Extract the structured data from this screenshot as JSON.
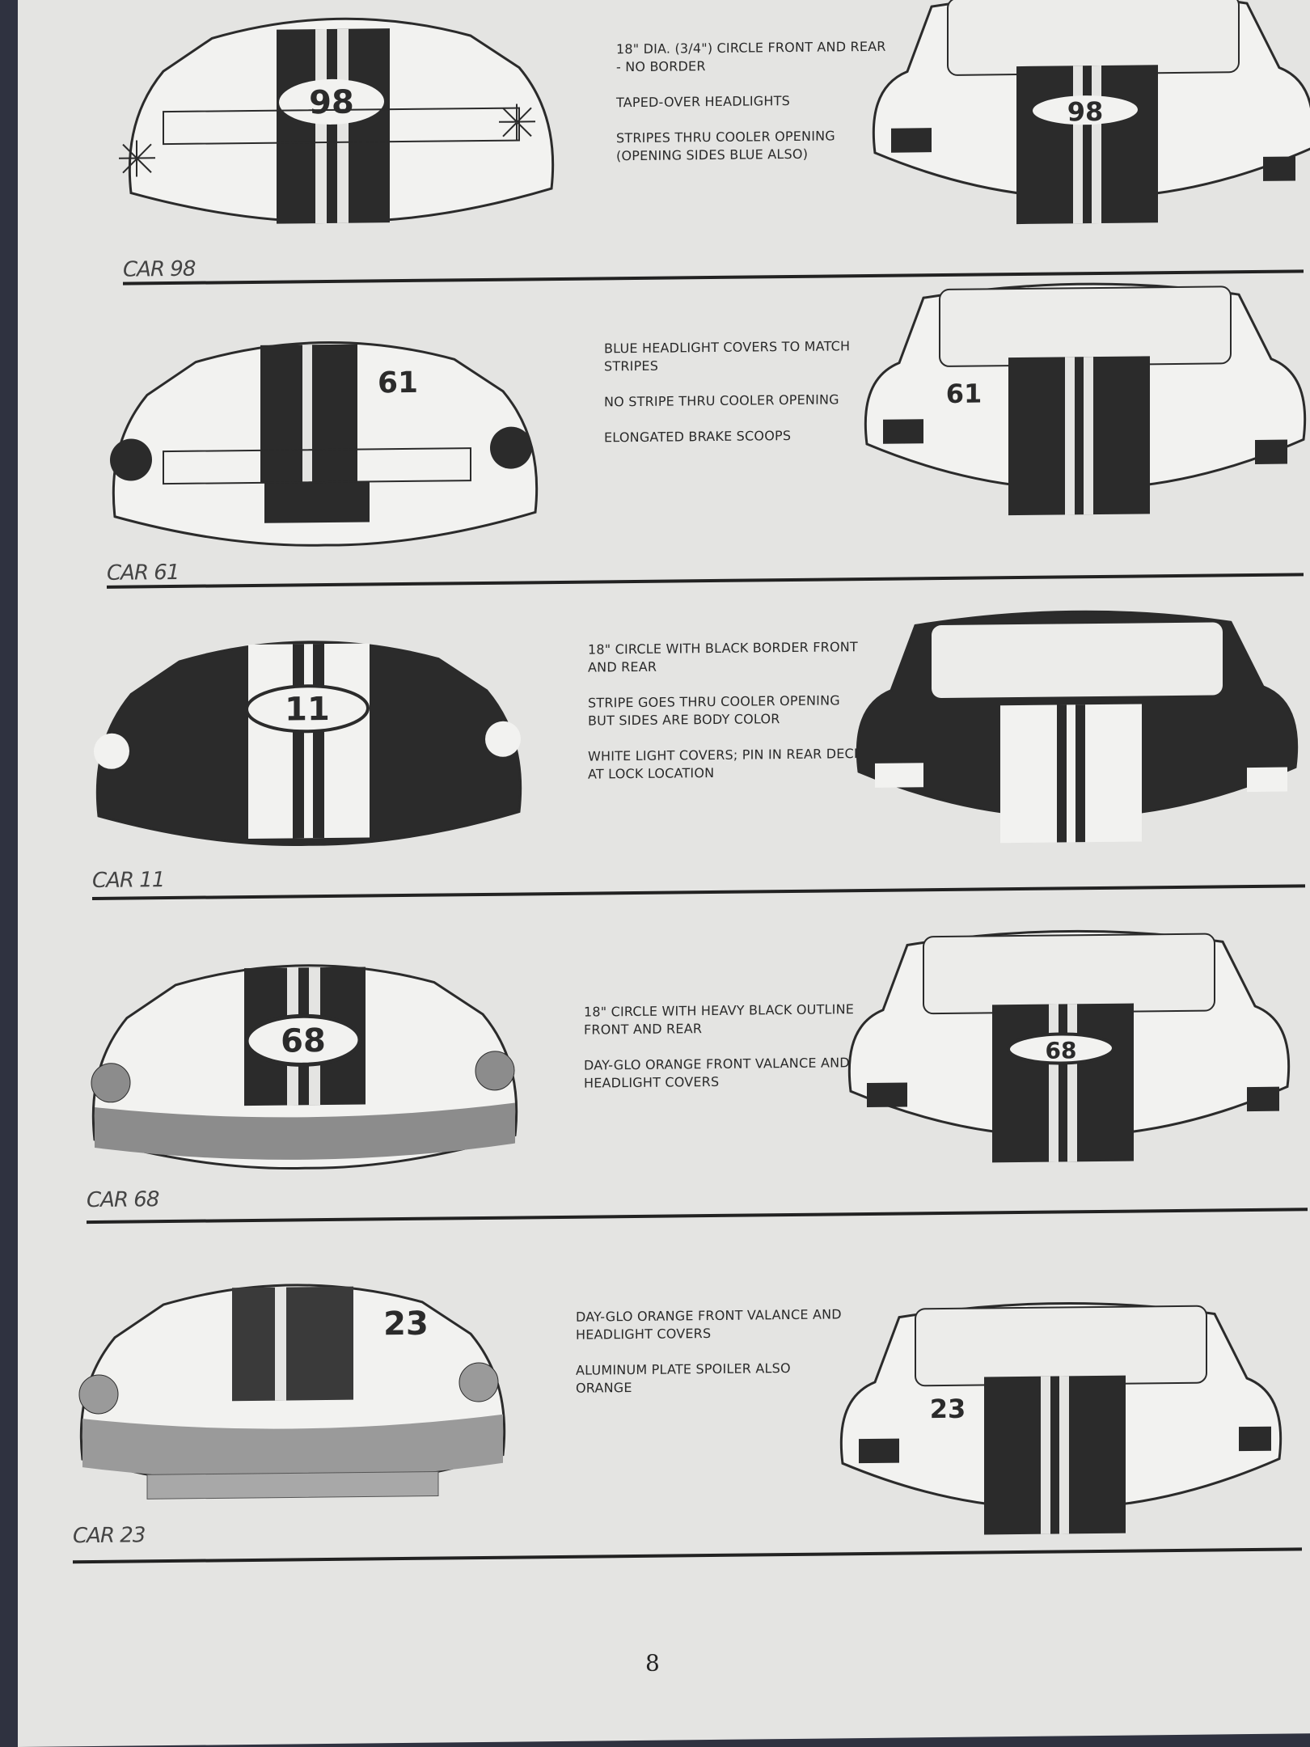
{
  "page_number": "8",
  "cars": [
    {
      "label": "CAR 98",
      "number": "98",
      "notes": [
        "18\" DIA. (3/4\") CIRCLE FRONT AND REAR - NO BORDER",
        "TAPED-OVER HEADLIGHTS",
        "STRIPES THRU COOLER OPENING (OPENING SIDES BLUE ALSO)"
      ]
    },
    {
      "label": "CAR 61",
      "number": "61",
      "notes": [
        "BLUE HEADLIGHT COVERS TO MATCH STRIPES",
        "NO STRIPE THRU COOLER OPENING",
        "ELONGATED BRAKE SCOOPS"
      ]
    },
    {
      "label": "CAR 11",
      "number": "11",
      "notes": [
        "18\" CIRCLE WITH BLACK BORDER FRONT AND REAR",
        "STRIPE GOES THRU COOLER OPENING BUT SIDES ARE BODY COLOR",
        "WHITE LIGHT COVERS; PIN IN REAR DECK AT LOCK LOCATION"
      ]
    },
    {
      "label": "CAR 68",
      "number": "68",
      "notes": [
        "18\" CIRCLE WITH HEAVY BLACK OUTLINE FRONT AND REAR",
        "DAY-GLO ORANGE FRONT VALANCE AND HEADLIGHT COVERS"
      ]
    },
    {
      "label": "CAR 23",
      "number": "23",
      "notes": [
        "DAY-GLO ORANGE FRONT VALANCE AND HEADLIGHT COVERS",
        "ALUMINUM PLATE SPOILER ALSO ORANGE"
      ]
    }
  ],
  "colors": {
    "paper": "#e4e4e2",
    "ink": "#2b2b2b",
    "stripe_gray": "#8c8c8c"
  }
}
